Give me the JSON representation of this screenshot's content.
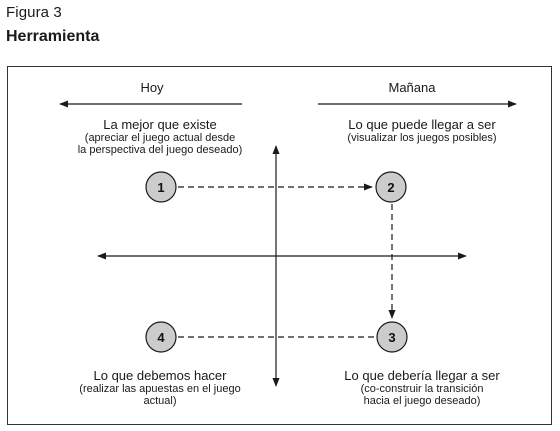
{
  "figure": {
    "label": "Figura 3",
    "title": "Herramienta"
  },
  "diagram": {
    "left_header": "Hoy",
    "right_header": "Mañana",
    "quadrants": {
      "top_left": {
        "title": "La mejor que existe",
        "subtitle_line1": "(apreciar el juego actual desde",
        "subtitle_line2": "la perspectiva del juego deseado)"
      },
      "top_right": {
        "title": "Lo que puede llegar a ser",
        "subtitle_line1": "(visualizar los juegos posibles)"
      },
      "bottom_left": {
        "title": "Lo que debemos hacer",
        "subtitle_line1": "(realizar las apuestas en el juego",
        "subtitle_line2": "actual)"
      },
      "bottom_right": {
        "title": "Lo que debería llegar a ser",
        "subtitle_line1": "(co-construir la transición",
        "subtitle_line2": "hacia el juego deseado)"
      }
    },
    "nodes": [
      {
        "id": "1"
      },
      {
        "id": "2"
      },
      {
        "id": "3"
      },
      {
        "id": "4"
      }
    ],
    "colors": {
      "node_fill": "#cccccc",
      "line": "#1a1a1a"
    }
  }
}
